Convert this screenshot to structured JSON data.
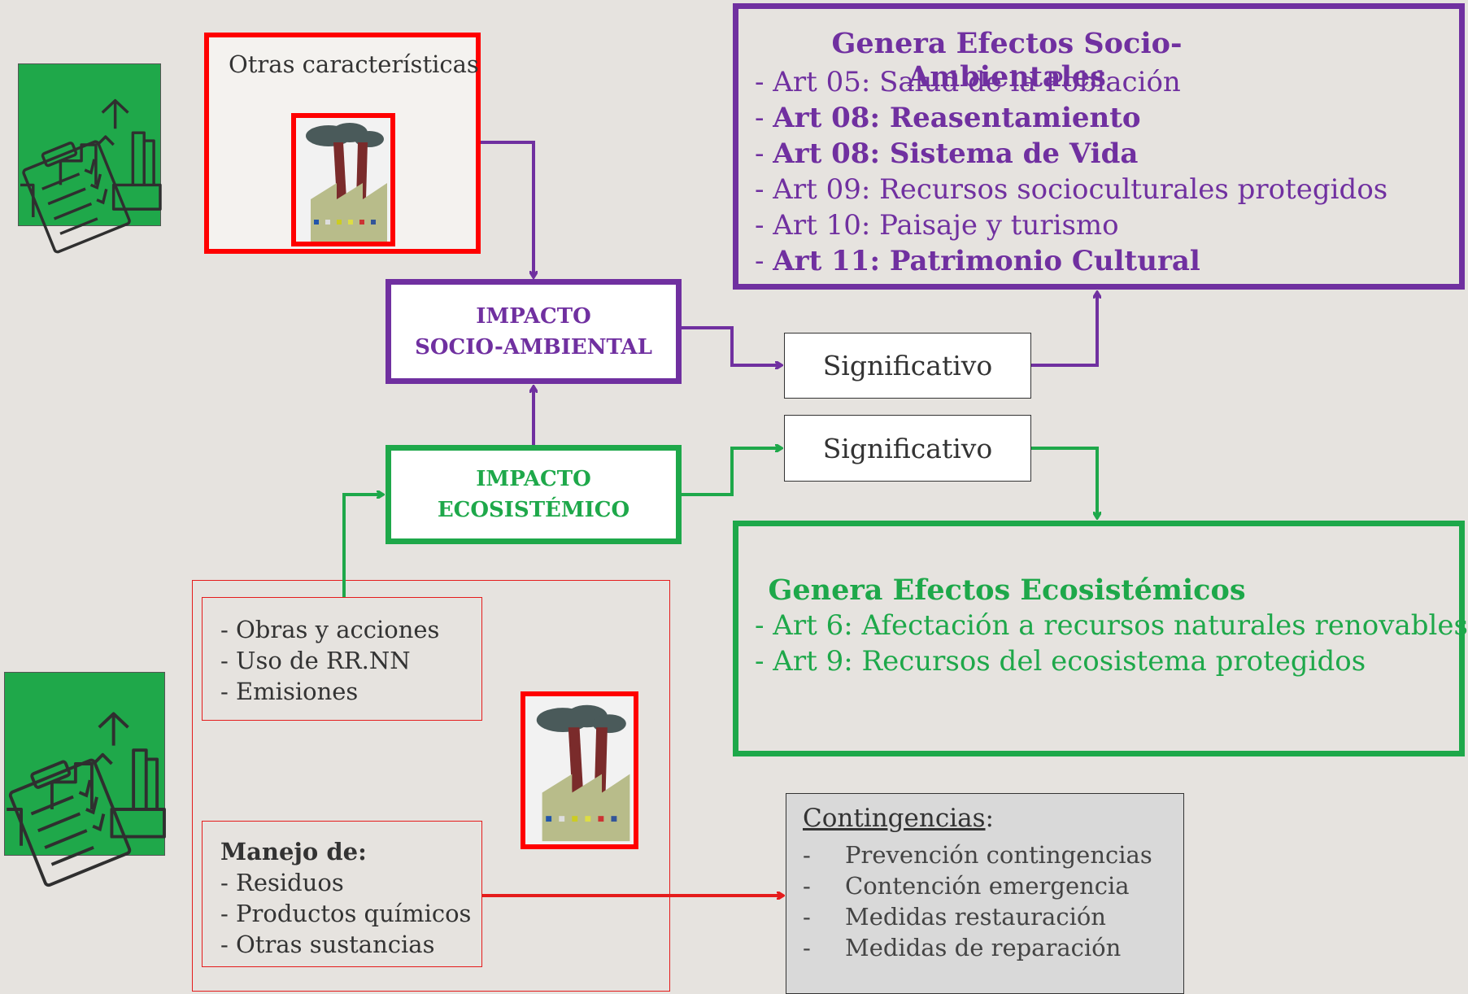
{
  "top_box": {
    "title": "Otras características"
  },
  "impact_socio": {
    "line1": "IMPACTO",
    "line2": "SOCIO-AMBIENTAL"
  },
  "impact_eco": {
    "line1": "IMPACTO",
    "line2": "ECOSISTÉMICO"
  },
  "significativo_1": "Significativo",
  "significativo_2": "Significativo",
  "socio_effects": {
    "title": "Genera Efectos Socio-Ambientales",
    "items": [
      {
        "prefix": "- ",
        "text": "Art 05: Salud de la Población",
        "bold": false
      },
      {
        "prefix": "- ",
        "text": "Art 08: Reasentamiento",
        "bold": true
      },
      {
        "prefix": "- ",
        "text": "Art 08: Sistema de Vida",
        "bold": true
      },
      {
        "prefix": "- ",
        "text": "Art 09: Recursos socioculturales protegidos",
        "bold": false
      },
      {
        "prefix": "- ",
        "text": "Art 10: Paisaje y turismo",
        "bold": false
      },
      {
        "prefix": "- ",
        "text": "Art 11: Patrimonio Cultural",
        "bold": true
      }
    ]
  },
  "eco_effects": {
    "title": "Genera Efectos Ecosistémicos",
    "items": [
      "- Art 6: Afectación a recursos naturales renovables",
      "- Art 9: Recursos del ecosistema protegidos"
    ]
  },
  "obras_box": {
    "items": [
      "- Obras y acciones",
      "- Uso de RR.NN",
      "- Emisiones"
    ]
  },
  "manejo_box": {
    "title": "Manejo de:",
    "items": [
      "- Residuos",
      "- Productos químicos",
      "- Otras sustancias"
    ]
  },
  "contingencias": {
    "title": "Contingencias",
    "title_suffix": ":",
    "items": [
      "Prevención contingencias",
      "Contención emergencia",
      "Medidas restauración",
      "Medidas de reparación"
    ]
  },
  "icons": [
    "checklist-factory-icon",
    "factory-icon"
  ],
  "colors": {
    "purple": "#7030a0",
    "green": "#1ea84a",
    "red": "#ff0000",
    "icon_bg": "#1fa84a"
  }
}
